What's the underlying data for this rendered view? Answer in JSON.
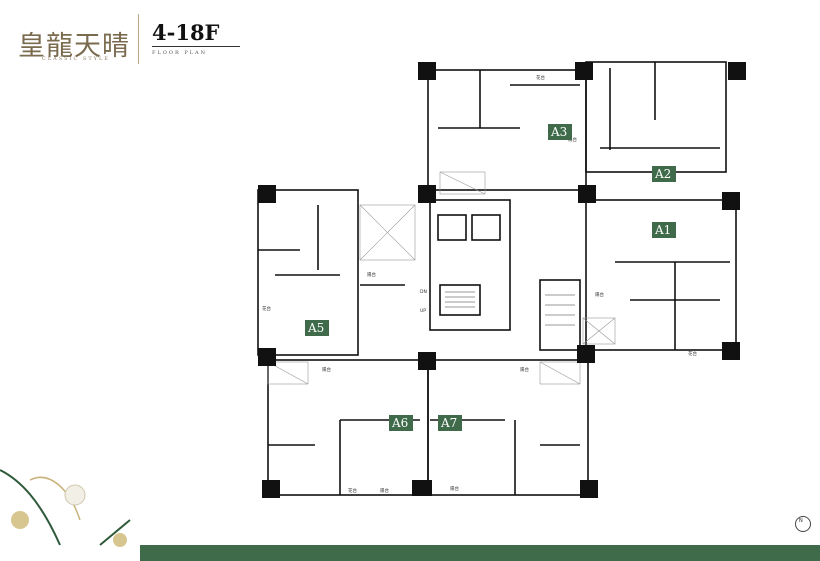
{
  "header": {
    "brand": "皇龍天晴",
    "brand_sub": "CLASSIC STYLE",
    "floor": "4-18F",
    "floor_sub": "FLOOR PLAN"
  },
  "units": [
    {
      "id": "A1",
      "label": "A1"
    },
    {
      "id": "A2",
      "label": "A2"
    },
    {
      "id": "A3",
      "label": "A3"
    },
    {
      "id": "A5",
      "label": "A5"
    },
    {
      "id": "A6",
      "label": "A6"
    },
    {
      "id": "A7",
      "label": "A7"
    }
  ],
  "room_labels": {
    "balcony": "陽台",
    "planter": "花台",
    "dn": "DN",
    "up": "UP"
  },
  "compass": {
    "label": "N"
  },
  "colors": {
    "unit_tag": "#3f6b4a",
    "footer": "#3f6b4a",
    "brand": "#7a6a4e",
    "wall": "#111111"
  }
}
